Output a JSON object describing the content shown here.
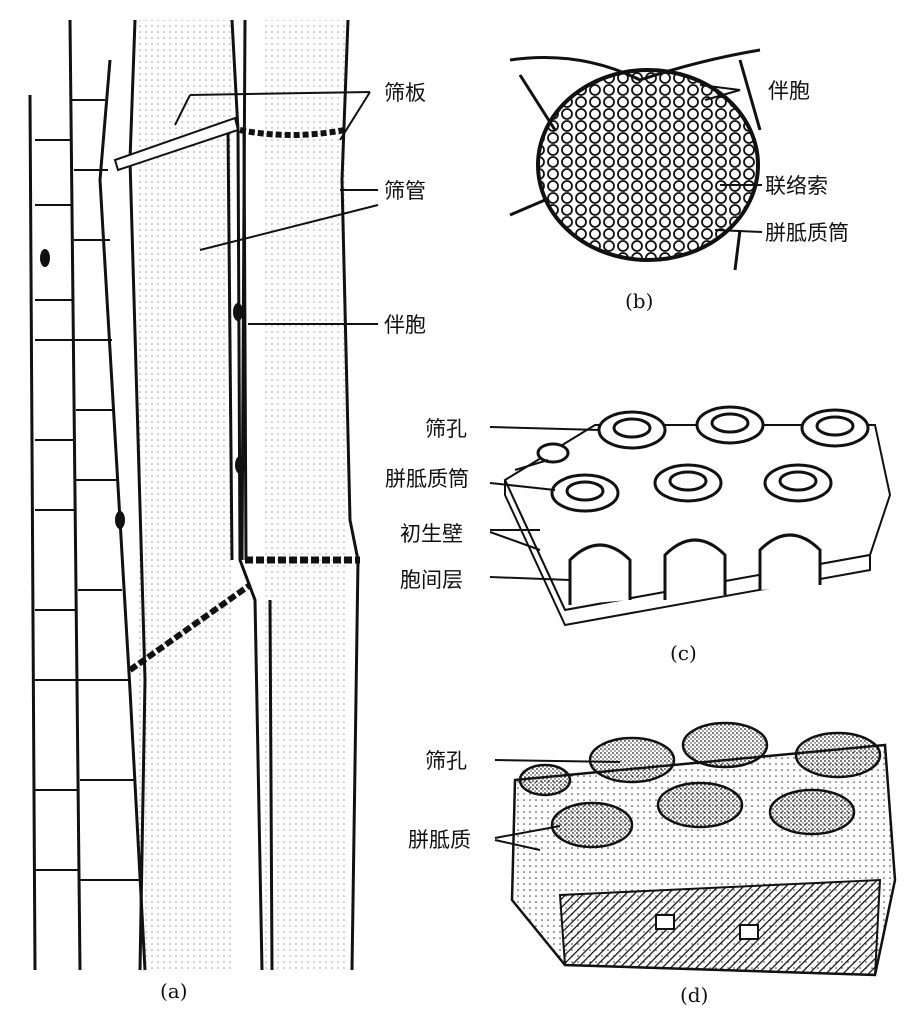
{
  "panel_a": {
    "caption": "(a)",
    "labels": {
      "sieve_plate": "筛板",
      "sieve_tube": "筛管",
      "companion_cell": "伴胞"
    }
  },
  "panel_b": {
    "caption": "(b)",
    "labels": {
      "companion_cell": "伴胞",
      "connecting_strand": "联络索",
      "callose_cylinder": "胼胝质筒"
    }
  },
  "panel_c": {
    "caption": "(c)",
    "labels": {
      "sieve_pore": "筛孔",
      "callose_cylinder": "胼胝质筒",
      "primary_wall": "初生壁",
      "middle_lamella": "胞间层"
    }
  },
  "panel_d": {
    "caption": "(d)",
    "labels": {
      "sieve_pore": "筛孔",
      "callose": "胼胝质"
    }
  },
  "colors": {
    "ink": "#111111",
    "background": "#ffffff"
  }
}
